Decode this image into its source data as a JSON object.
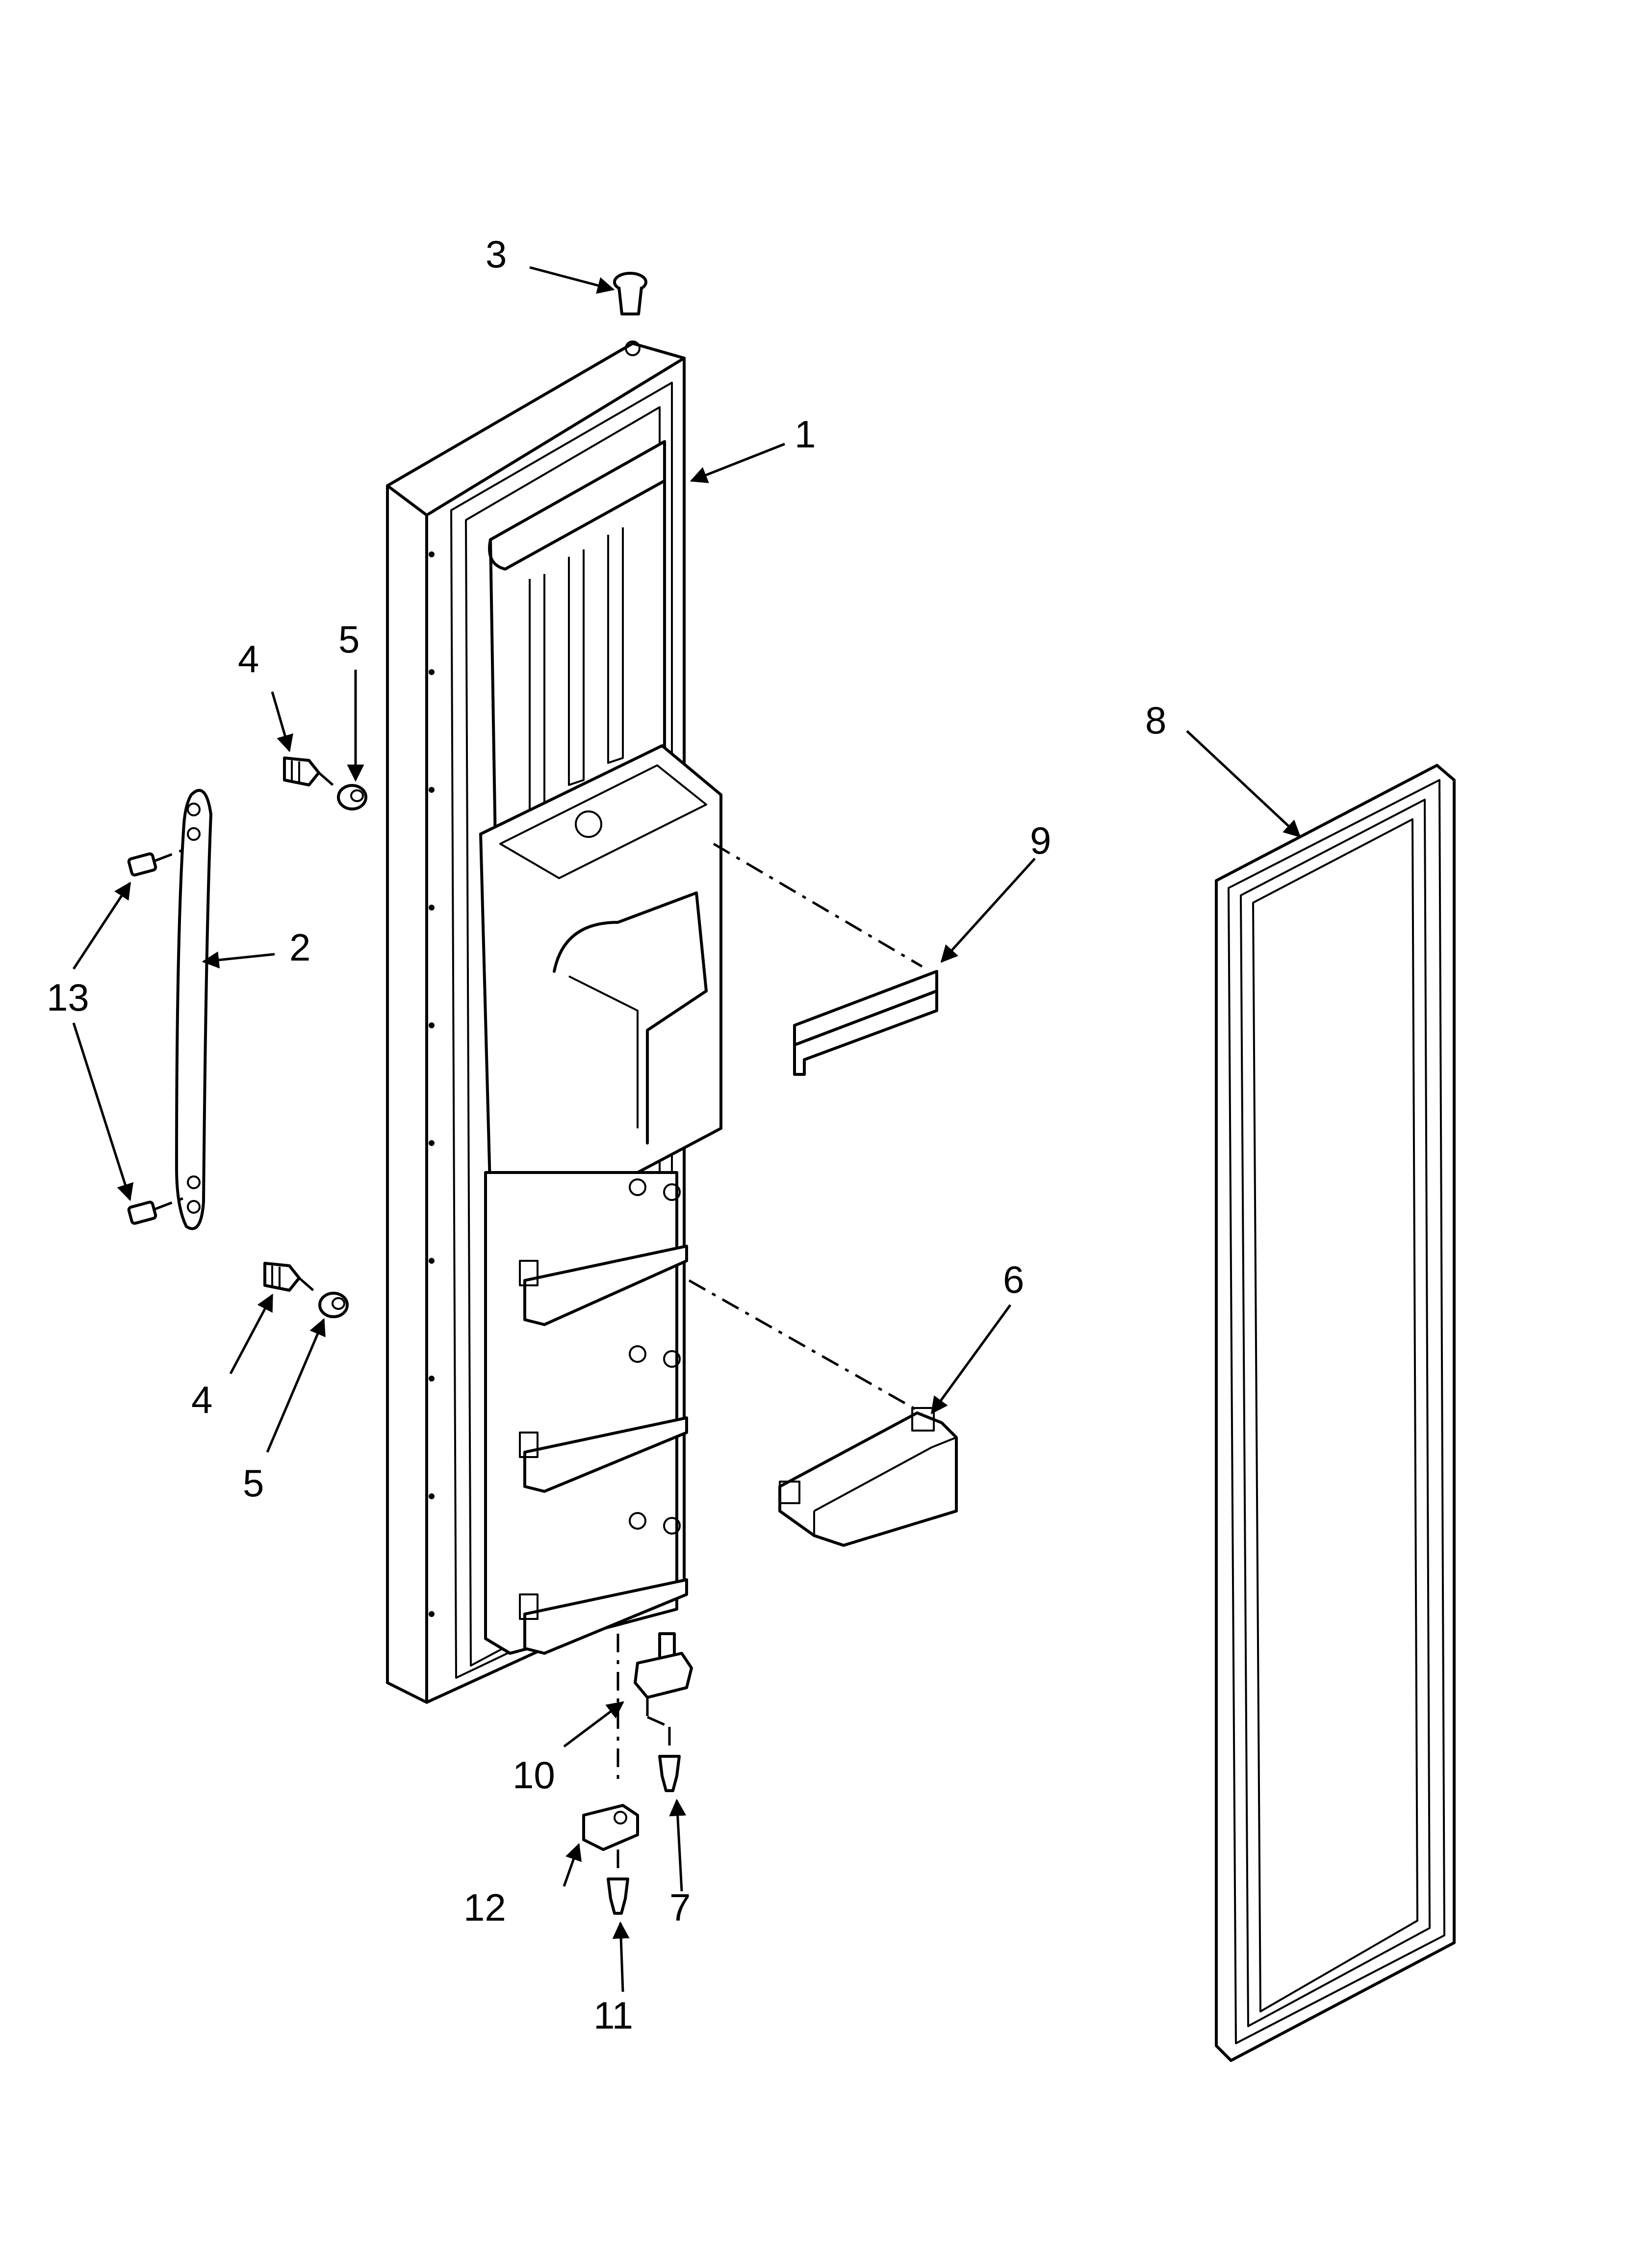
{
  "diagram": {
    "callouts": [
      {
        "id": "1",
        "label": "1"
      },
      {
        "id": "2",
        "label": "2"
      },
      {
        "id": "3",
        "label": "3"
      },
      {
        "id": "4a",
        "label": "4"
      },
      {
        "id": "4b",
        "label": "4"
      },
      {
        "id": "5a",
        "label": "5"
      },
      {
        "id": "5b",
        "label": "5"
      },
      {
        "id": "6",
        "label": "6"
      },
      {
        "id": "7",
        "label": "7"
      },
      {
        "id": "8",
        "label": "8"
      },
      {
        "id": "9",
        "label": "9"
      },
      {
        "id": "10",
        "label": "10"
      },
      {
        "id": "11",
        "label": "11"
      },
      {
        "id": "12",
        "label": "12"
      },
      {
        "id": "13",
        "label": "13"
      }
    ]
  }
}
